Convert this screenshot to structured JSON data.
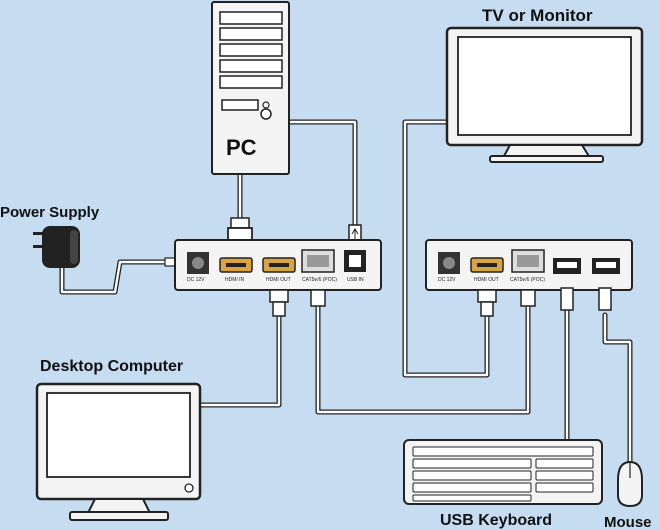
{
  "labels": {
    "pc": "PC",
    "tv_monitor": "TV or Monitor",
    "power_supply": "Power  Supply",
    "desktop_computer": "Desktop Computer",
    "usb_keyboard": "USB Keyboard",
    "mouse": "Mouse"
  },
  "transmitter_ports": {
    "dc": "DC 12V",
    "hdmi_in": "HDMI IN",
    "hdmi_out": "HDMI OUT",
    "cat": "CAT5e/6 (POC)",
    "usb_in": "USB IN"
  },
  "receiver_ports": {
    "dc": "DC 12V",
    "hdmi_out": "HDMI OUT",
    "cat": "CAT5e/6 (POC)"
  },
  "colors": {
    "background": "#c6dcf0",
    "device": "#f4f4f4",
    "outline": "#222222",
    "hdmi_gold": "#d9a441"
  }
}
